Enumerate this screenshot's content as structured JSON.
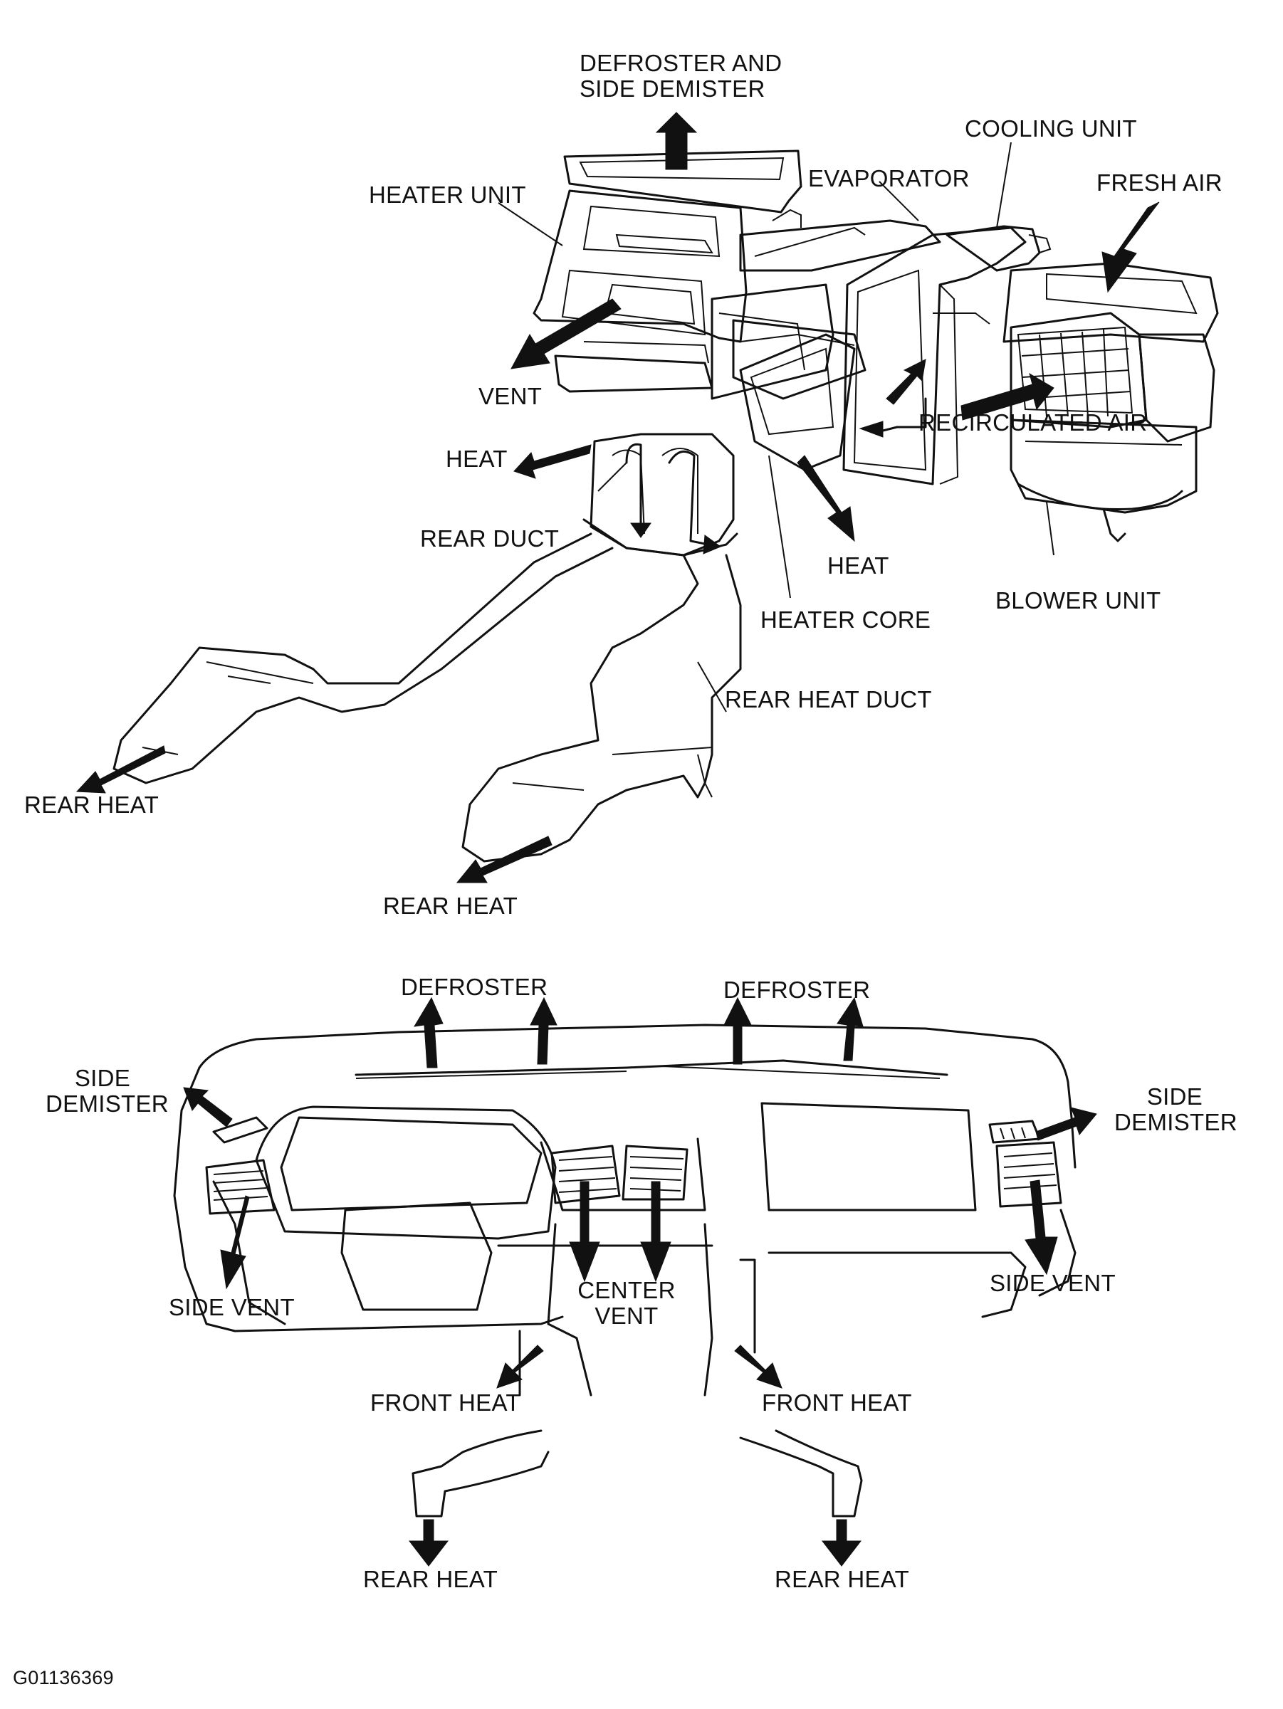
{
  "diagram": {
    "hvac_labels": {
      "defroster_side_demister": [
        "DEFROSTER AND",
        "SIDE DEMISTER"
      ],
      "cooling_unit": "COOLING UNIT",
      "evaporator": "EVAPORATOR",
      "fresh_air": "FRESH AIR",
      "heater_unit": "HEATER UNIT",
      "vent": "VENT",
      "recirculated_air": "RECIRCULATED AIR",
      "heat_left": "HEAT",
      "rear_duct": "REAR DUCT",
      "heat_right": "HEAT",
      "blower_unit": "BLOWER UNIT",
      "heater_core": "HEATER CORE",
      "rear_heat_duct": "REAR HEAT DUCT",
      "rear_heat_left": "REAR HEAT",
      "rear_heat_center": "REAR HEAT"
    },
    "dash_labels": {
      "defroster_left": "DEFROSTER",
      "defroster_right": "DEFROSTER",
      "side_demister_left": [
        "SIDE",
        "DEMISTER"
      ],
      "side_demister_right": [
        "SIDE",
        "DEMISTER"
      ],
      "side_vent_left": "SIDE VENT",
      "center_vent": [
        "CENTER",
        "VENT"
      ],
      "side_vent_right": "SIDE VENT",
      "front_heat_left": "FRONT HEAT",
      "front_heat_right": "FRONT HEAT",
      "rear_heat_left": "REAR HEAT",
      "rear_heat_right": "REAR HEAT"
    },
    "figure_code": "G01136369"
  }
}
